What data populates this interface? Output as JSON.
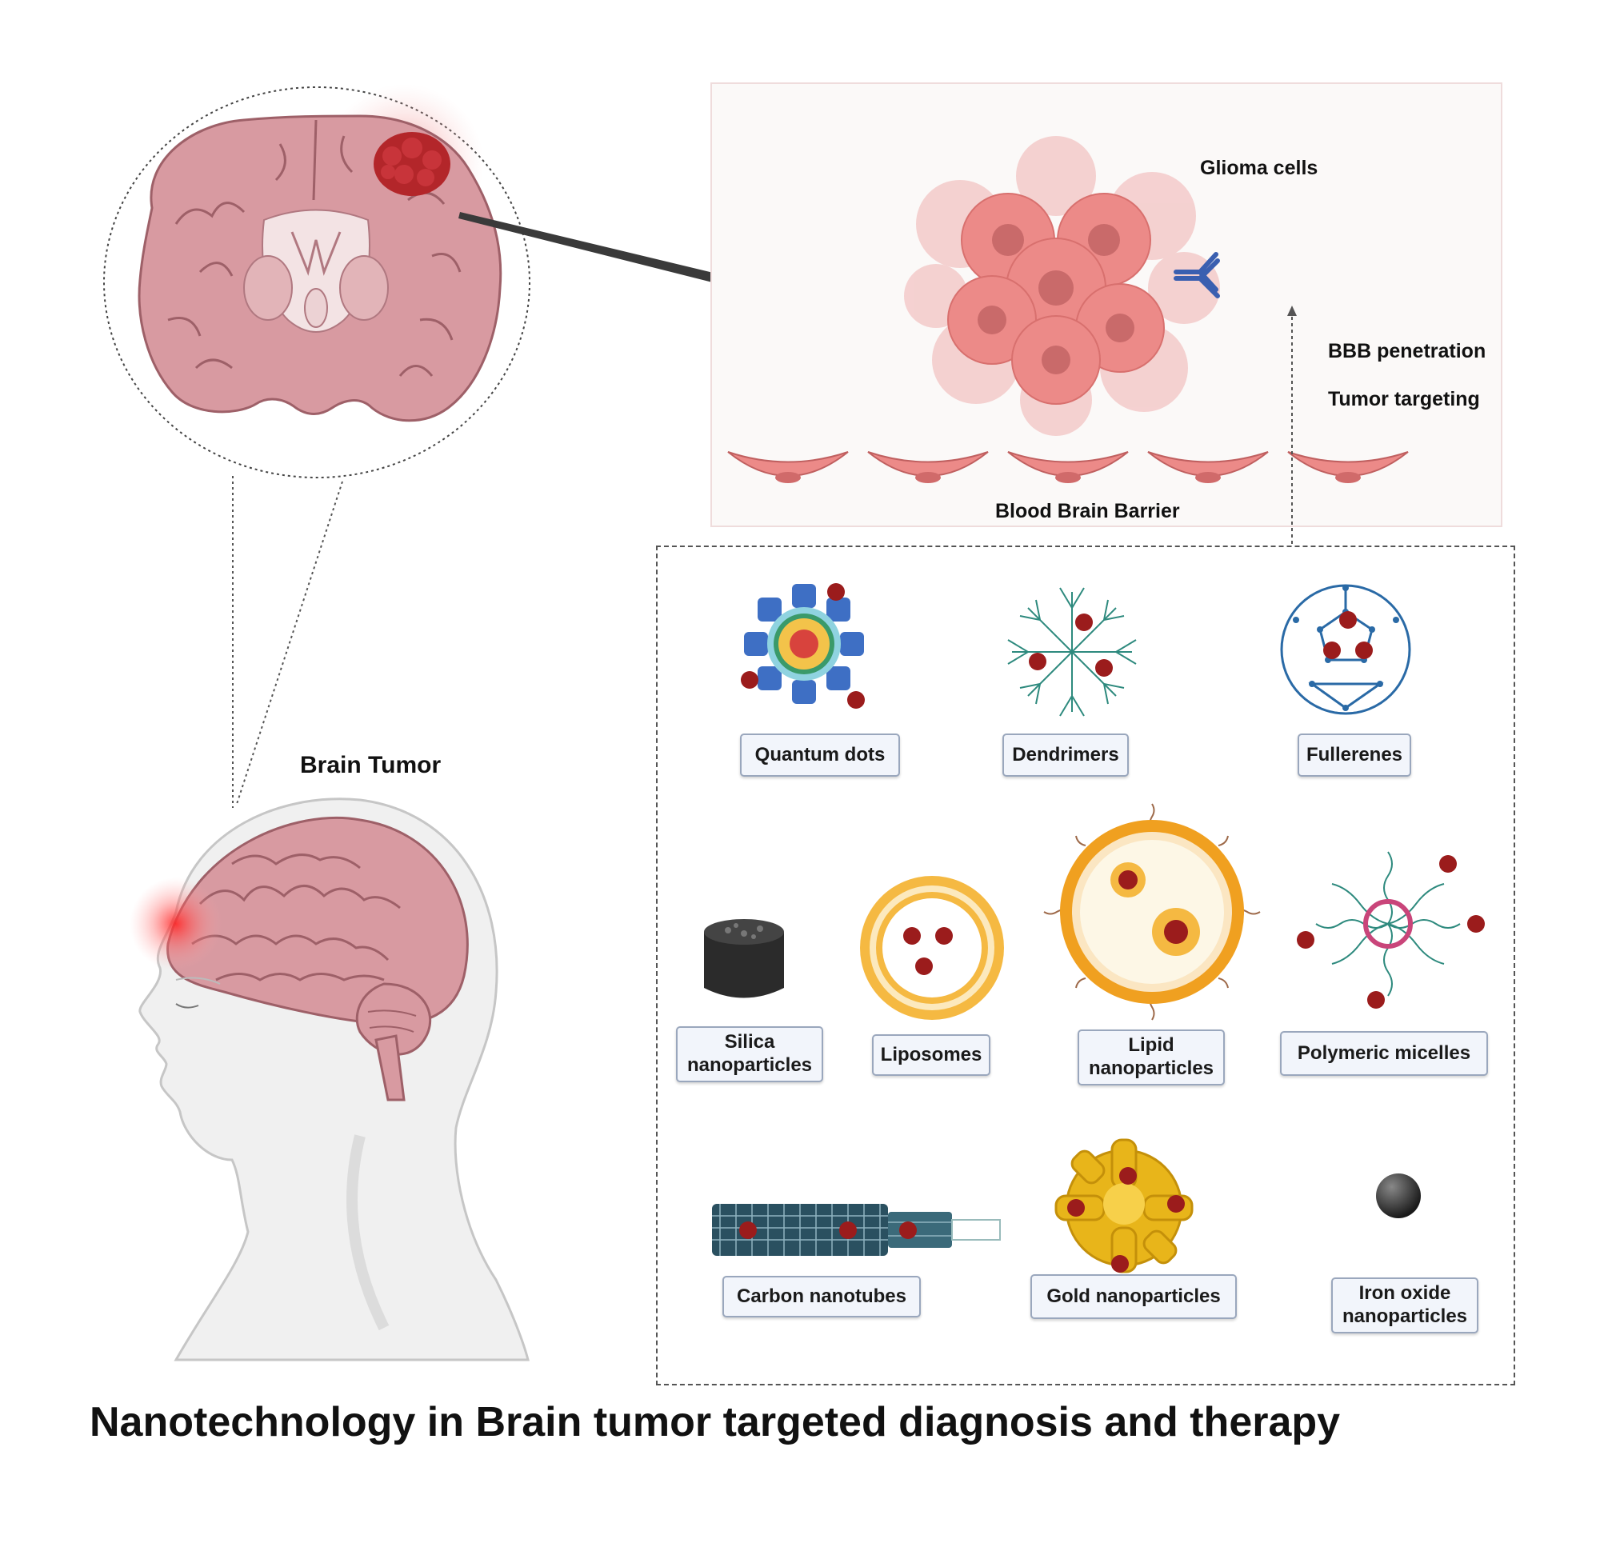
{
  "title": "Nanotechnology in Brain tumor targeted diagnosis and therapy",
  "brain_tumor_label": "Brain Tumor",
  "panel": {
    "glioma_label": "Glioma cells",
    "bbb_penetration_label": "BBB penetration",
    "tumor_targeting_label": "Tumor targeting",
    "bbb_label": "Blood Brain Barrier"
  },
  "nanoparticles": [
    {
      "label": "Quantum dots"
    },
    {
      "label": "Dendrimers"
    },
    {
      "label": "Fullerenes"
    },
    {
      "label": "Silica\nnanoparticles"
    },
    {
      "label": "Liposomes"
    },
    {
      "label": "Lipid\nnanoparticles"
    },
    {
      "label": "Polymeric micelles"
    },
    {
      "label": "Carbon nanotubes"
    },
    {
      "label": "Gold nanoparticles"
    },
    {
      "label": "Iron oxide\nnanoparticles"
    }
  ],
  "colors": {
    "tumor_red": "#b3262a",
    "brain_pink": "#d89aa1",
    "cell_pink": "#ec8a88",
    "drug_red": "#9b1c1c"
  }
}
